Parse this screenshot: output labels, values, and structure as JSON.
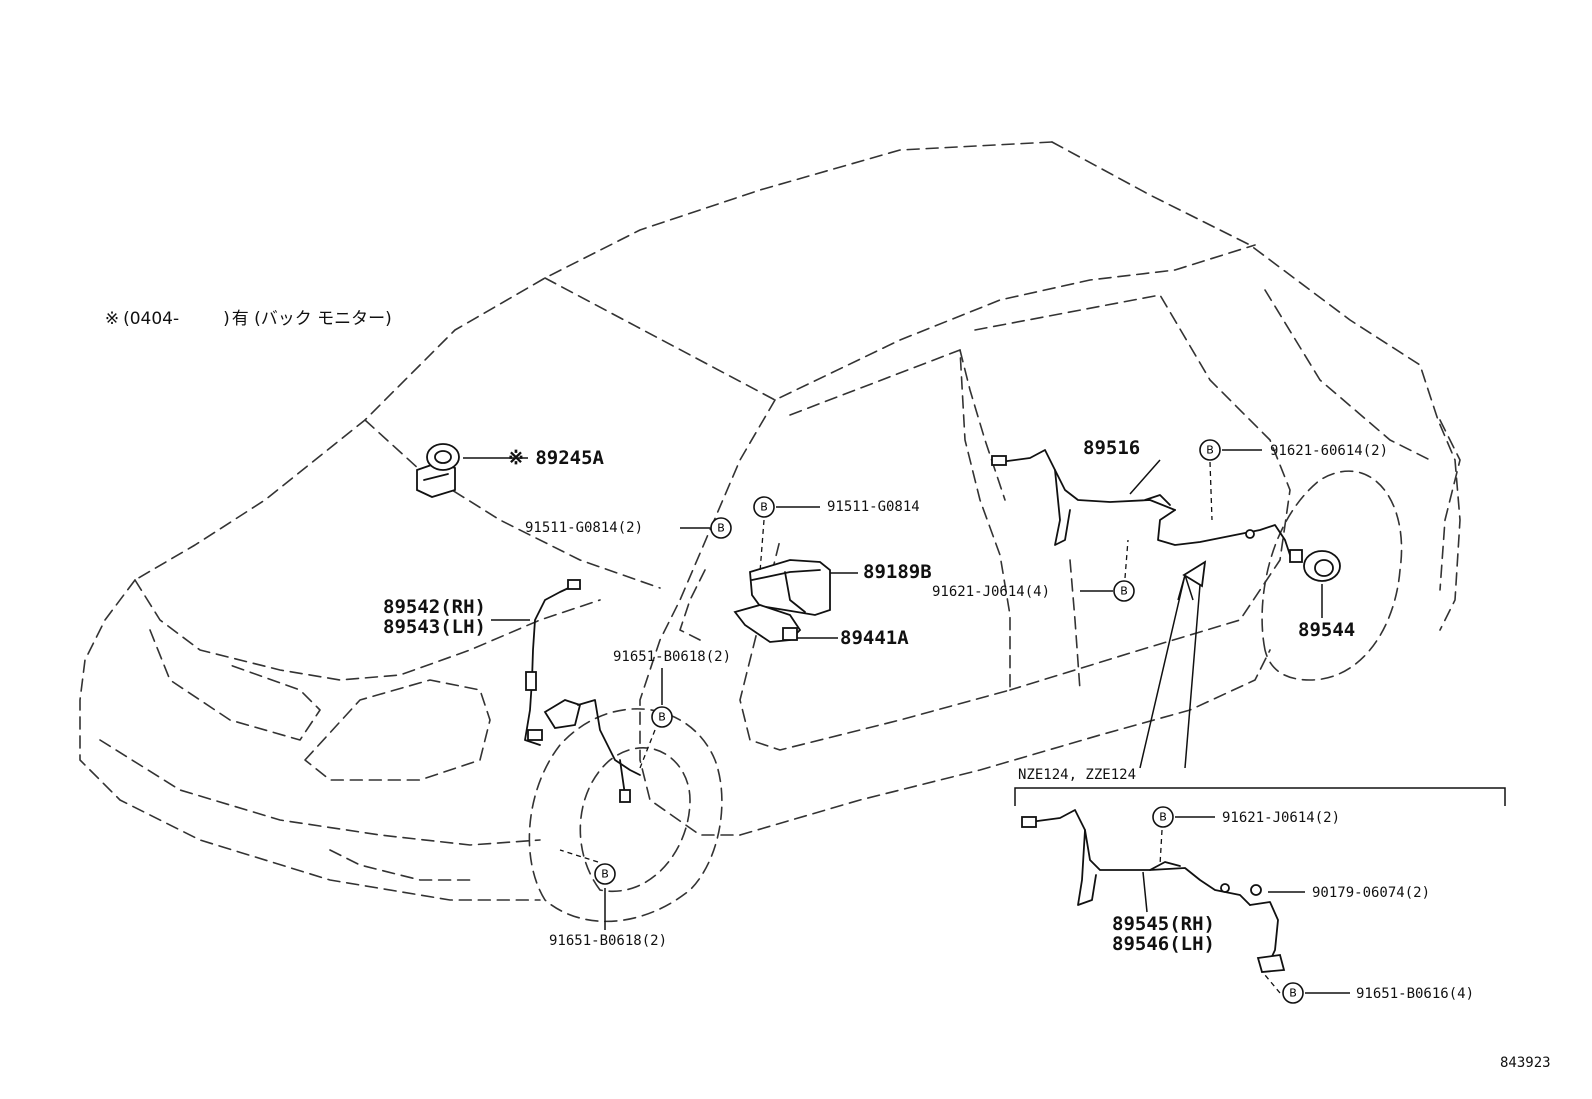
{
  "note": {
    "mark": "※",
    "open": "(0404-",
    "close": ")",
    "text": "有 (バック モニター)"
  },
  "parts": {
    "p89245A": "※ 89245A",
    "p89516": "89516",
    "p91621_60614": "91621-60614(2)",
    "p91511_G0814": "91511-G0814",
    "p91511_G0814_2": "91511-G0814(2)",
    "p89189B": "89189B",
    "p91621_J0614_4": "91621-J0614(4)",
    "p89544": "89544",
    "p89441A": "89441A",
    "p89542": "89542(RH)",
    "p89543": "89543(LH)",
    "p91651_B0618_top": "91651-B0618(2)",
    "p91651_B0618_bottom": "91651-B0618(2)",
    "p91621_J0614_2": "91621-J0614(2)",
    "p90179_06074": "90179-06074(2)",
    "p89545": "89545(RH)",
    "p89546": "89546(LH)",
    "p91651_B0616": "91651-B0616(4)"
  },
  "variant": {
    "label": "NZE124, ZZE124"
  },
  "bolt_symbol": "B",
  "figure_id": "843923"
}
